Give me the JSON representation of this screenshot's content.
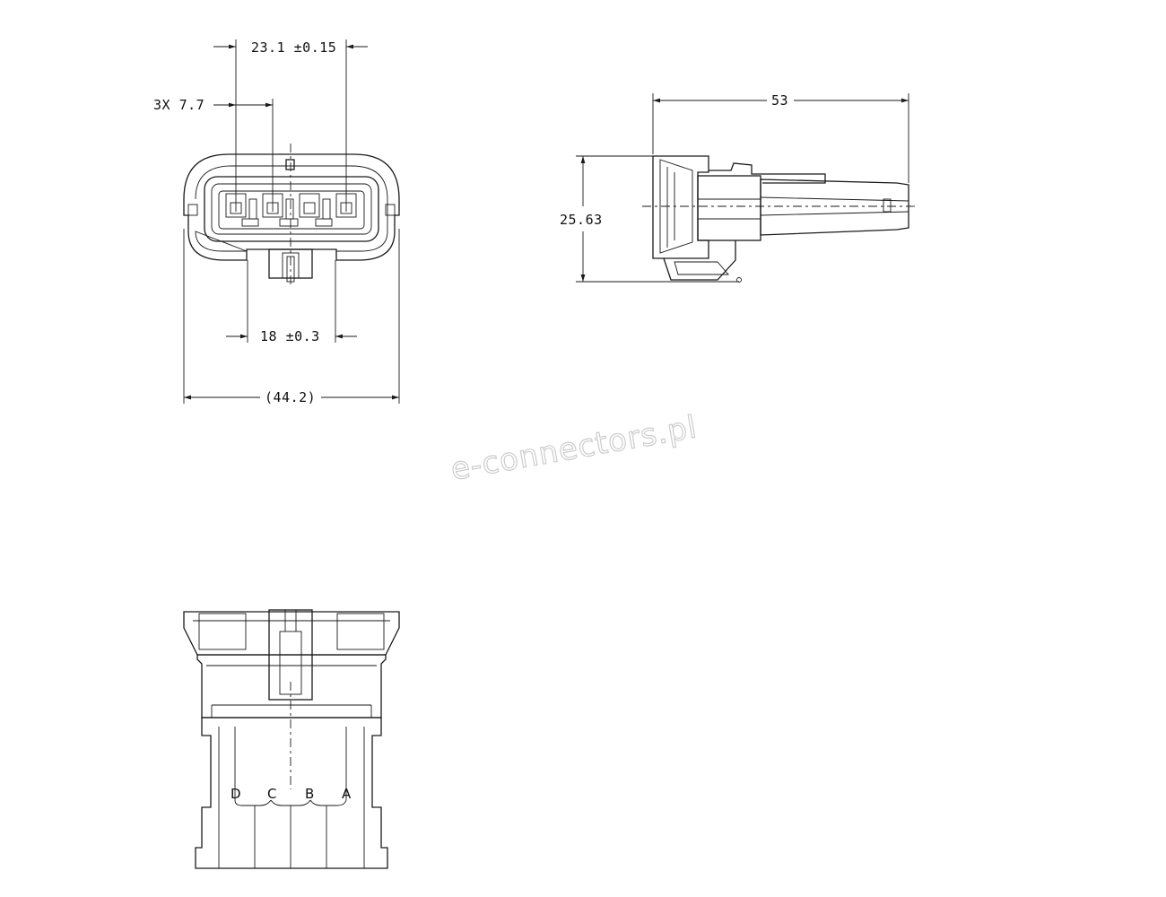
{
  "watermark": "e-connectors.pl",
  "front_view": {
    "dim_pitch_total": "23.1 ±0.15",
    "dim_pitch_each": "3X 7.7",
    "dim_key_width": "18 ±0.3",
    "dim_overall_width": "(44.2)"
  },
  "side_view": {
    "dim_length": "53",
    "dim_height": "25.63"
  },
  "bottom_view": {
    "pin_labels": [
      "D",
      "C",
      "B",
      "A"
    ]
  }
}
